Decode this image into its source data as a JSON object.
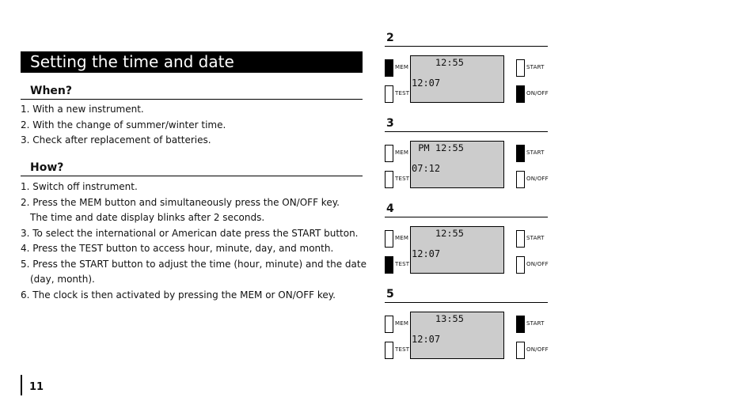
{
  "page": {
    "title": "Setting the time and date",
    "page_number": "11"
  },
  "when": {
    "heading": "When?",
    "items": [
      "1. With a new instrument.",
      "2. With the change of summer/winter time.",
      "3. Check after replacement of batteries."
    ]
  },
  "how": {
    "heading": "How?",
    "items": [
      "1. Switch off instrument.",
      "2. Press the MEM button and simultaneously press the ON/OFF key.",
      "The time and date display blinks after 2 seconds.",
      "3. To select the international or American date press the START button.",
      "4. Press the TEST button to access hour, minute, day, and month.",
      "5. Press the START button to adjust the time (hour, minute) and the date",
      "(day, month).",
      "6. The clock is then activated by pressing the MEM or ON/OFF key."
    ]
  },
  "labels": {
    "mem": "MEM",
    "test": "TEST",
    "start": "START",
    "onoff": "ON/OFF"
  },
  "steps": [
    {
      "number": "2",
      "top_line": "12:55",
      "bottom_line": "12:07"
    },
    {
      "number": "3",
      "top_line": "PM 12:55",
      "bottom_line": "07:12"
    },
    {
      "number": "4",
      "top_line": "12:55",
      "bottom_line": "12:07"
    },
    {
      "number": "5",
      "top_line": "13:55",
      "bottom_line": "12:07"
    }
  ]
}
